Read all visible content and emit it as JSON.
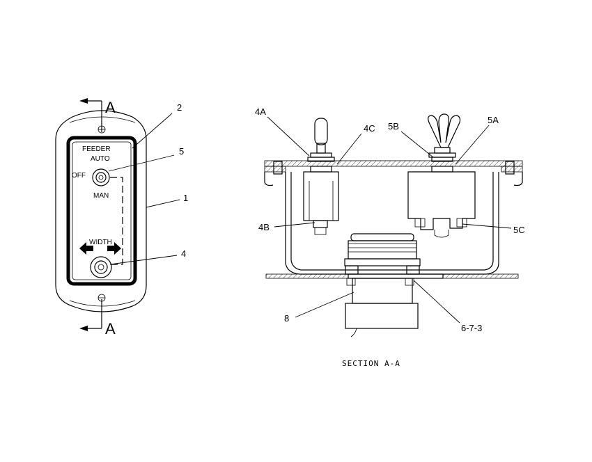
{
  "front_view": {
    "section_marker_top": "A",
    "section_marker_bottom": "A",
    "panel_title": "FEEDER",
    "switch_positions": {
      "auto": "AUTO",
      "off": "OFF",
      "man": "MAN"
    },
    "width_label": "WIDTH"
  },
  "callouts": {
    "front": [
      "2",
      "5",
      "1",
      "4"
    ],
    "section": [
      "4A",
      "4C",
      "5B",
      "5A",
      "4B",
      "5C",
      "8",
      "6-7-3"
    ]
  },
  "section_title": "SECTION A-A"
}
